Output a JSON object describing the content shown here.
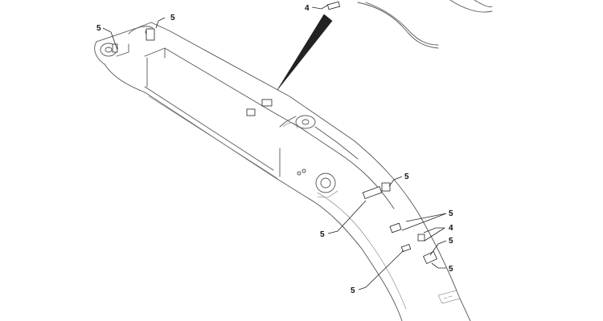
{
  "diagram": {
    "type": "exploded parts illustration",
    "line_color": "#555555",
    "ink_color": "#111111",
    "background": "#ffffff"
  },
  "callouts": [
    {
      "label": "5"
    },
    {
      "label": "5"
    },
    {
      "label": "4"
    },
    {
      "label": "5"
    },
    {
      "label": "5"
    },
    {
      "label": "4"
    },
    {
      "label": "5"
    },
    {
      "label": "5"
    },
    {
      "label": "5"
    },
    {
      "label": "5"
    }
  ],
  "icons": {
    "detail_arrow": "detail-pointer-arrow",
    "bracket": "clip-bracket",
    "clamp": "hose-clamp"
  }
}
